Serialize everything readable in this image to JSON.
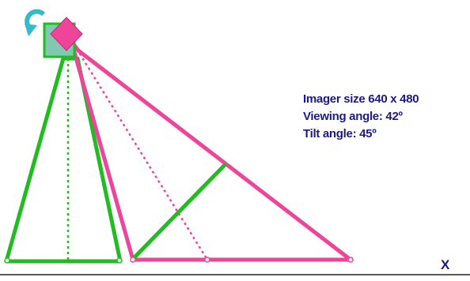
{
  "specs": {
    "imager_size": "Imager size 640 x 480",
    "viewing_angle": "Viewing angle: 42º",
    "tilt_angle": "Tilt angle: 45º"
  },
  "axis": {
    "x_label": "X"
  },
  "colors": {
    "level_camera": "#22bb22",
    "tilted_camera": "#ee4499",
    "rotate_arrow": "#33bbcc",
    "ground": "#222222",
    "text": "#1a1a8c"
  },
  "icons": {
    "rotate": "rotate-arrow-icon",
    "level_camera": "green-square-camera-icon",
    "tilted_camera": "pink-diamond-camera-icon"
  }
}
